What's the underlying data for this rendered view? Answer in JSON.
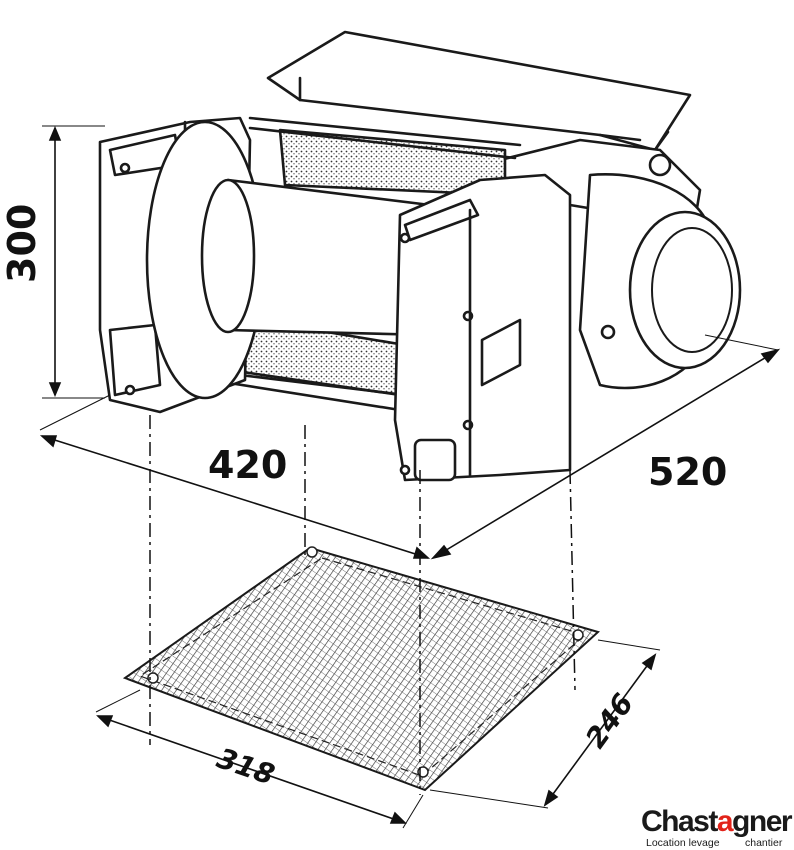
{
  "dimensions": {
    "height": "300",
    "width": "420",
    "length": "520",
    "base_width": "318",
    "base_depth": "246"
  },
  "logo": {
    "name_part1": "Chast",
    "name_accent": "a",
    "name_part2": "gner",
    "tagline_left": "Location levage",
    "tagline_right": "chantier",
    "accent_color": "#e2231a"
  }
}
